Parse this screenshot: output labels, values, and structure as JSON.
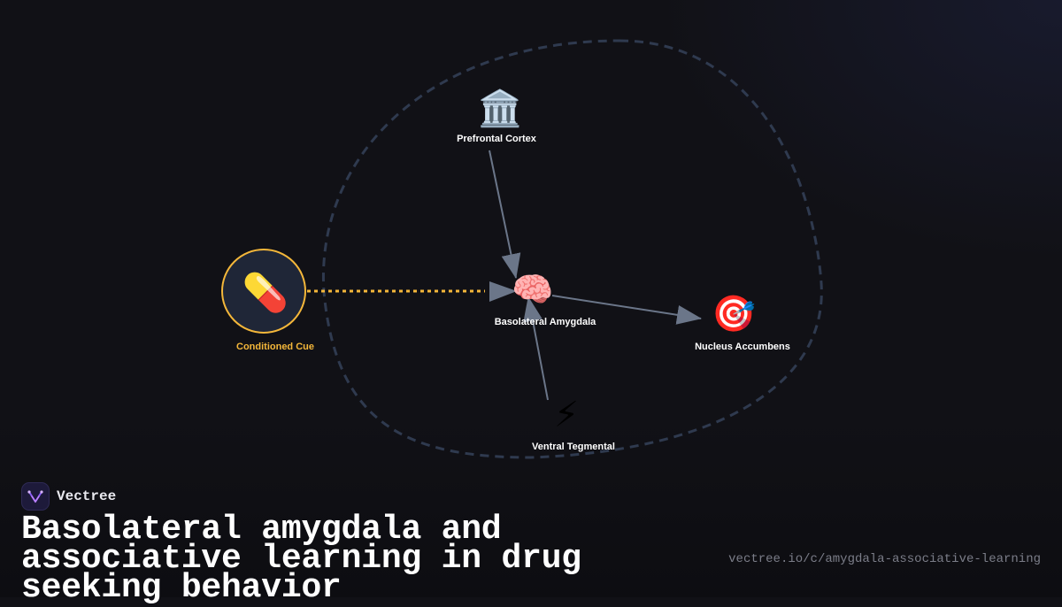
{
  "diagram": {
    "nodes": {
      "prefrontal_cortex": {
        "icon": "classical-building-icon",
        "glyph": "🏛️",
        "label": "Prefrontal Cortex"
      },
      "conditioned_cue": {
        "icon": "pill-icon",
        "glyph": "💊",
        "label": "Conditioned Cue",
        "ring_color": "#f4b73a"
      },
      "basolateral_amygdala": {
        "icon": "brain-icon",
        "glyph": "🧠",
        "label": "Basolateral Amygdala"
      },
      "nucleus_accumbens": {
        "icon": "target-icon",
        "glyph": "🎯",
        "label": "Nucleus Accumbens"
      },
      "ventral_tegmental": {
        "icon": "lightning-icon",
        "glyph": "⚡",
        "label": "Ventral Tegmental"
      }
    },
    "edges": [
      {
        "from": "prefrontal_cortex",
        "to": "basolateral_amygdala",
        "style": "solid"
      },
      {
        "from": "conditioned_cue",
        "to": "basolateral_amygdala",
        "style": "dotted",
        "color": "#f4b73a"
      },
      {
        "from": "basolateral_amygdala",
        "to": "nucleus_accumbens",
        "style": "solid"
      },
      {
        "from": "ventral_tegmental",
        "to": "basolateral_amygdala",
        "style": "solid"
      }
    ],
    "colors": {
      "arrow": "#6b7689",
      "boundary": "#2f3a4f",
      "cue_accent": "#f4b73a"
    }
  },
  "brand": {
    "name": "Vectree",
    "logo_icon": "vectree-logo-icon"
  },
  "title": "Basolateral amygdala and associative learning in drug seeking behavior",
  "url": "vectree.io/c/amygdala-associative-learning"
}
